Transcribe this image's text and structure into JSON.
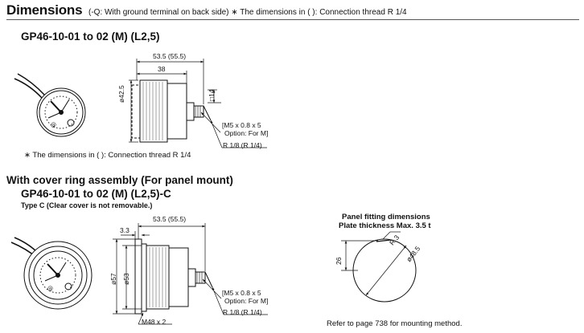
{
  "header": {
    "title": "Dimensions",
    "subtitle": "(-Q: With ground terminal on back side) ∗ The dimensions in (   ): Connection thread R 1/4"
  },
  "section1": {
    "model": "GP46-10-01 to 02 (M) (L2,5)",
    "dims": {
      "overall_length": "53.5 (55.5)",
      "body_length": "38",
      "diameter": "ø42.5",
      "square": "□14",
      "m5_thread": "[M5 x 0.8 x 5",
      "m5_option": "Option: For M]",
      "connection": "R 1/8 (R 1/4)"
    },
    "note": "∗ The dimensions in (   ): Connection thread R 1/4"
  },
  "section2": {
    "title": "With cover ring assembly (For panel mount)",
    "model": "GP46-10-01 to 02 (M) (L2,5)-C",
    "type_note": "Type C (Clear cover is not removable.)",
    "dims": {
      "overall_length": "53.5 (55.5)",
      "offset": "3.3",
      "outer_diameter": "ø57",
      "inner_diameter": "ø53",
      "m5_thread": "[M5 x 0.8 x 5",
      "m5_option": "Option: For M]",
      "connection": "R 1/8 (R 1/4)",
      "mount_thread": "M48 x 2"
    }
  },
  "panel": {
    "title_line1": "Panel fitting dimensions",
    "title_line2": "Plate thickness Max. 3.5 t",
    "dim_radius": "R 3",
    "dim_diameter": "ø48.5",
    "dim_height": "26",
    "reference": "Refer to page 738 for mounting method."
  }
}
